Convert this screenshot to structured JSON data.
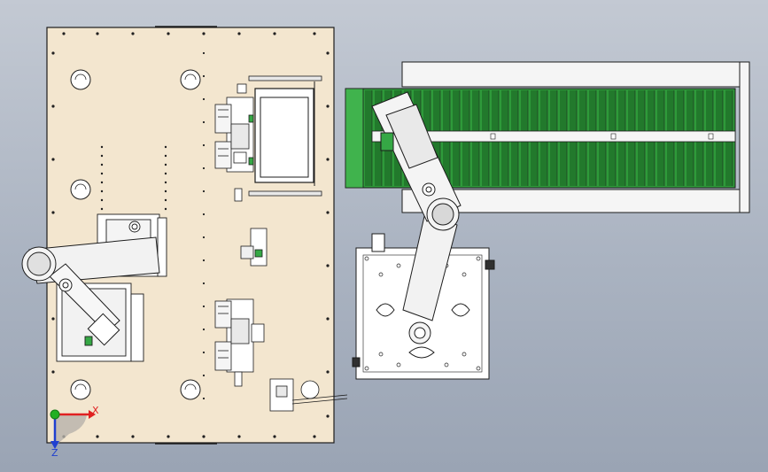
{
  "viewport": {
    "background_top": "#c3c9d3",
    "background_bottom": "#9aa4b4"
  },
  "colors": {
    "base_plate": "#f3e6cf",
    "outline": "#1c1c1c",
    "hole": "#202020",
    "conveyor_green": "#2e9a3a",
    "conveyor_green_dark": "#14521d",
    "conveyor_frame": "#f5f5f5",
    "robot_arm": "#f2f2f2",
    "part_green": "#35a845",
    "axis_x": "#e02020",
    "axis_y": "#22b022",
    "axis_z": "#2040d0"
  },
  "triad": {
    "x_label": "X",
    "z_label": "Z",
    "icon": "coordinate-triad-icon"
  },
  "components": [
    "base-plate",
    "output-conveyor",
    "scara-robot-left",
    "scara-robot-right",
    "robot-stand",
    "fixture-upper",
    "fixture-lower",
    "tray-frame"
  ]
}
